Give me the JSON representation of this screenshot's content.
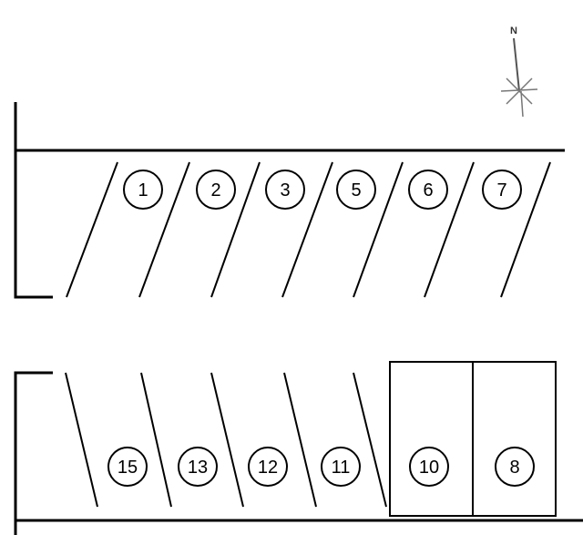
{
  "compass": {
    "label": "N"
  },
  "top_row_spaces": [
    "1",
    "2",
    "3",
    "5",
    "6",
    "7"
  ],
  "bottom_row_spaces": [
    "15",
    "13",
    "12",
    "11",
    "10",
    "8"
  ]
}
